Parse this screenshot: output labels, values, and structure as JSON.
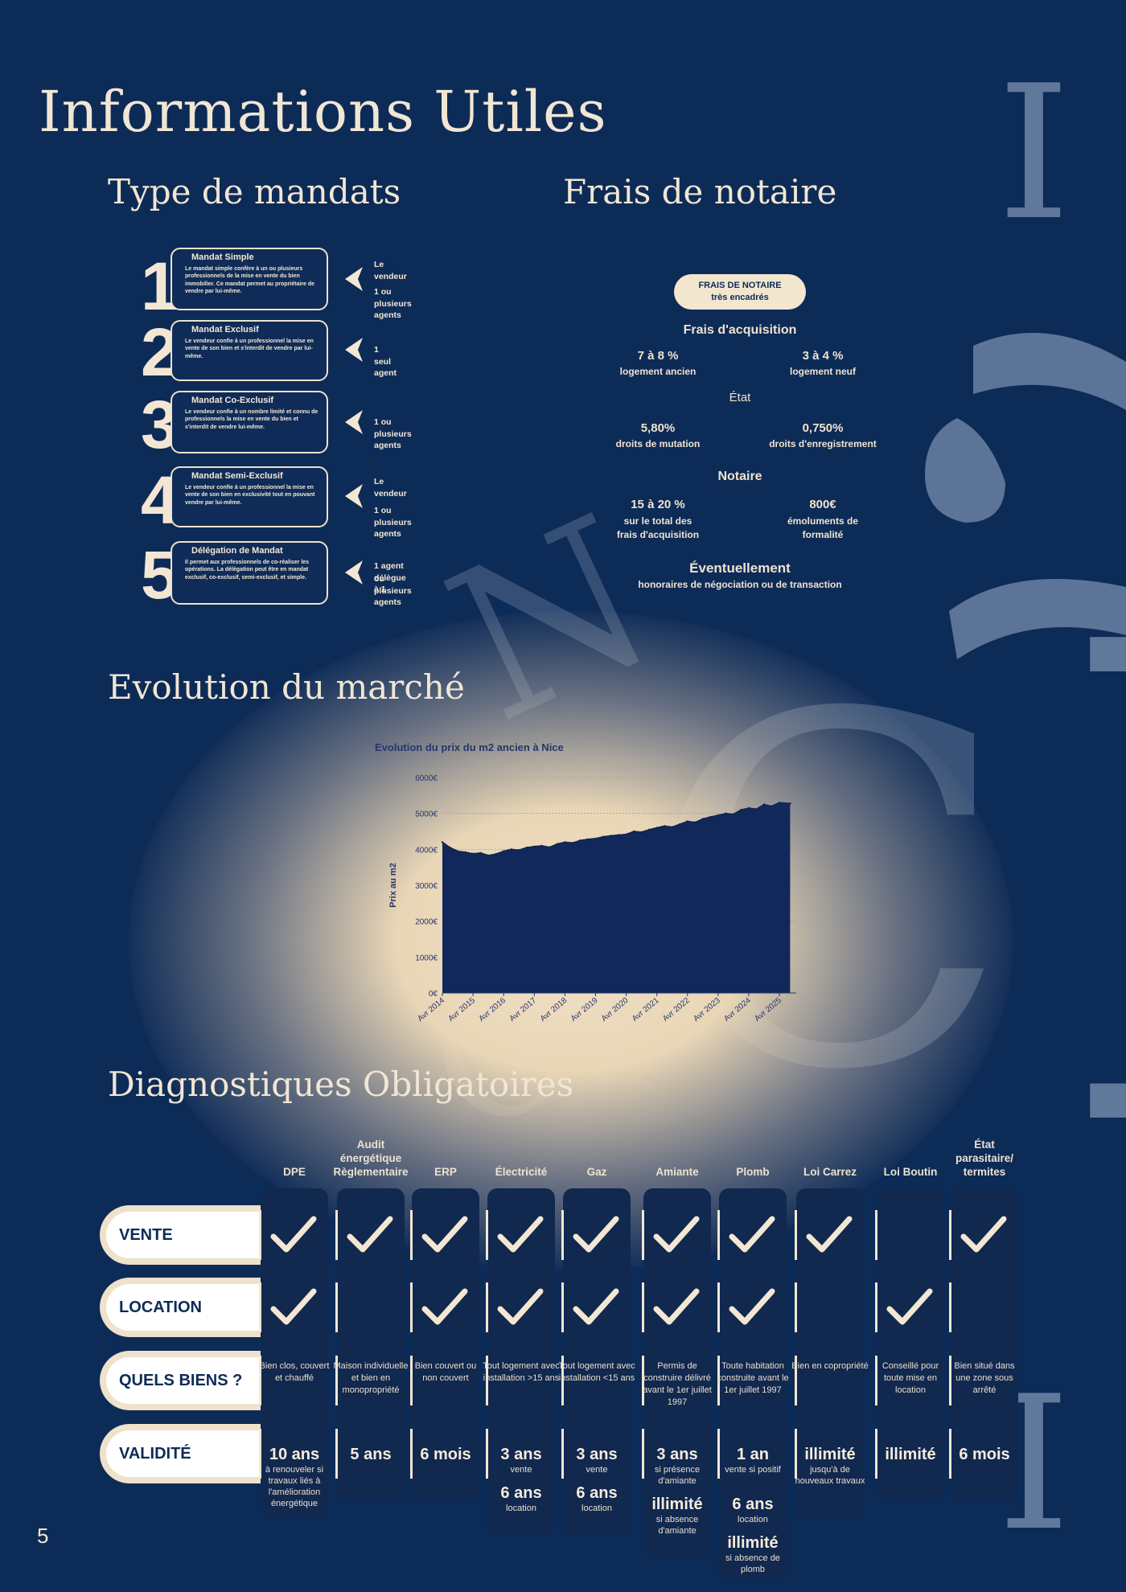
{
  "page": {
    "title": "Informations Utiles",
    "page_number": "5",
    "colors": {
      "background": "#0d2b57",
      "cream": "#f2e6d3",
      "column": "#11284f"
    }
  },
  "mandats": {
    "heading": "Type de mandats",
    "items": [
      {
        "num": "1",
        "title": "Mandat Simple",
        "desc": "Le mandat simple confère à un ou plusieurs professionnels de la mise en vente du bien immobilier. Ce mandat permet au propriétaire de vendre par lui-même.",
        "side1": "Le vendeur",
        "side2": "1 ou plusieurs agents"
      },
      {
        "num": "2",
        "title": "Mandat Exclusif",
        "desc": "Le vendeur confie à un professionnel la mise en vente de son bien et s'interdit de vendre par lui-même.",
        "side1": "1 seul agent",
        "side2": ""
      },
      {
        "num": "3",
        "title": "Mandat Co-Exclusif",
        "desc": "Le vendeur confie à un nombre limité et connu de professionnels la mise en vente du bien et s'interdit de vendre lui-même.",
        "side1": "1 ou plusieurs agents",
        "side2": ""
      },
      {
        "num": "4",
        "title": "Mandat Semi-Exclusif",
        "desc": "Le vendeur confie à un professionnel la mise en vente de son bien en exclusivité tout en pouvant vendre par lui-même.",
        "side1": "Le vendeur",
        "side2": "1 ou plusieurs agents"
      },
      {
        "num": "5",
        "title": "Délégation de Mandat",
        "desc": "Il permet aux professionnels de co-réaliser les opérations. La délégation peut être en mandat exclusif, co-exclusif, semi-exclusif, et simple.",
        "side1": "1 agent délègue à 1",
        "side2": "ou plusieurs agents"
      }
    ]
  },
  "notaire": {
    "heading": "Frais de notaire",
    "pill_line1": "FRAIS DE NOTAIRE",
    "pill_line2": "très encadrés",
    "acquisition_title": "Frais d'acquisition",
    "ancien_value": "7 à 8 %",
    "ancien_label": "logement ancien",
    "neuf_value": "3 à 4 %",
    "neuf_label": "logement neuf",
    "etat_title": "État",
    "mutation_value": "5,80%",
    "mutation_label": "droits de mutation",
    "enregistrement_value": "0,750%",
    "enregistrement_label": "droits d'enregistrement",
    "notaire_title": "Notaire",
    "notaire_pct_value": "15 à 20 %",
    "notaire_pct_label1": "sur le total des",
    "notaire_pct_label2": "frais d'acquisition",
    "emoluments_value": "800€",
    "emoluments_label1": "émoluments de",
    "emoluments_label2": "formalité",
    "eventuel_title": "Éventuellement",
    "eventuel_label": "honoraires de négociation ou de transaction"
  },
  "marche": {
    "heading": "Evolution du marché"
  },
  "chart_data": {
    "type": "area",
    "title": "Evolution du prix du m2 ancien à Nice",
    "xlabel": "",
    "ylabel": "Prix au m2",
    "ylim": [
      0,
      6000
    ],
    "yticks": [
      "0€",
      "1000€",
      "2000€",
      "3000€",
      "4000€",
      "5000€",
      "6000€"
    ],
    "xticks": [
      "Avr 2014",
      "Avr 2015",
      "Avr 2016",
      "Avr 2017",
      "Avr 2018",
      "Avr 2019",
      "Avr 2020",
      "Avr 2021",
      "Avr 2022",
      "Avr 2023",
      "Avr 2024",
      "Avr 2025"
    ],
    "x": [
      2014.25,
      2014.5,
      2014.75,
      2015.0,
      2015.25,
      2015.5,
      2015.75,
      2016.0,
      2016.25,
      2016.5,
      2016.75,
      2017.0,
      2017.25,
      2017.5,
      2017.75,
      2018.0,
      2018.25,
      2018.5,
      2018.75,
      2019.0,
      2019.25,
      2019.5,
      2019.75,
      2020.0,
      2020.25,
      2020.5,
      2020.75,
      2021.0,
      2021.25,
      2021.5,
      2021.75,
      2022.0,
      2022.25,
      2022.5,
      2022.75,
      2023.0,
      2023.25,
      2023.5,
      2023.75,
      2024.0,
      2024.25,
      2024.5,
      2024.75,
      2025.0,
      2025.25,
      2025.6
    ],
    "series": [
      {
        "name": "",
        "values": [
          4200,
          4050,
          3950,
          3920,
          3880,
          3900,
          3830,
          3870,
          3950,
          4000,
          3980,
          4050,
          4080,
          4100,
          4060,
          4150,
          4200,
          4180,
          4250,
          4280,
          4300,
          4350,
          4380,
          4400,
          4420,
          4500,
          4480,
          4550,
          4600,
          4650,
          4620,
          4700,
          4780,
          4750,
          4850,
          4900,
          4950,
          5000,
          4980,
          5100,
          5150,
          5120,
          5250,
          5200,
          5300,
          5280
        ]
      }
    ],
    "color": "#11285a",
    "grid": true
  },
  "diagnostics": {
    "heading": "Diagnostiques Obligatoires",
    "row_labels": [
      "VENTE",
      "LOCATION",
      "QUELS BIENS ?",
      "VALIDITÉ"
    ],
    "columns": [
      {
        "name": "DPE",
        "vente": true,
        "location": true,
        "quels_biens": "Bien clos, couvert et chauffé",
        "validite": [
          {
            "big": "10 ans",
            "small": "à renouveler si travaux liés à l'amélioration énergétique"
          }
        ]
      },
      {
        "name": "Audit énergétique Règlementaire",
        "vente": true,
        "location": false,
        "quels_biens": "Maison individuelle et bien en monopropriété",
        "validite": [
          {
            "big": "5 ans",
            "small": ""
          }
        ]
      },
      {
        "name": "ERP",
        "vente": true,
        "location": true,
        "quels_biens": "Bien couvert ou non couvert",
        "validite": [
          {
            "big": "6 mois",
            "small": ""
          }
        ]
      },
      {
        "name": "Électricité",
        "vente": true,
        "location": true,
        "quels_biens": "Tout logement avec installation >15 ans",
        "validite": [
          {
            "big": "3 ans",
            "small": "vente"
          },
          {
            "big": "6 ans",
            "small": "location"
          }
        ]
      },
      {
        "name": "Gaz",
        "vente": true,
        "location": true,
        "quels_biens": "Tout logement avec installation <15 ans",
        "validite": [
          {
            "big": "3 ans",
            "small": "vente"
          },
          {
            "big": "6 ans",
            "small": "location"
          }
        ]
      },
      {
        "name": "Amiante",
        "vente": true,
        "location": true,
        "quels_biens": "Permis de construire délivré avant le 1er juillet 1997",
        "validite": [
          {
            "big": "3 ans",
            "small": "si présence d'amiante"
          },
          {
            "big": "illimité",
            "small": "si absence d'amiante"
          }
        ]
      },
      {
        "name": "Plomb",
        "vente": true,
        "location": true,
        "quels_biens": "Toute habitation construite avant le 1er juillet 1997",
        "validite": [
          {
            "big": "1 an",
            "small": "vente si positif"
          },
          {
            "big": "6 ans",
            "small": "location"
          },
          {
            "big": "illimité",
            "small": "si absence de plomb"
          }
        ]
      },
      {
        "name": "Loi Carrez",
        "vente": true,
        "location": false,
        "quels_biens": "Bien en copropriété",
        "validite": [
          {
            "big": "illimité",
            "small": "jusqu'à de nouveaux travaux"
          }
        ]
      },
      {
        "name": "Loi Boutin",
        "vente": false,
        "location": true,
        "quels_biens": "Conseillé pour toute mise en location",
        "validite": [
          {
            "big": "illimité",
            "small": ""
          }
        ]
      },
      {
        "name": "État parasitaire/ termites",
        "vente": true,
        "location": false,
        "quels_biens": "Bien situé dans une zone sous arrêté",
        "validite": [
          {
            "big": "6 mois",
            "small": ""
          }
        ]
      }
    ]
  }
}
